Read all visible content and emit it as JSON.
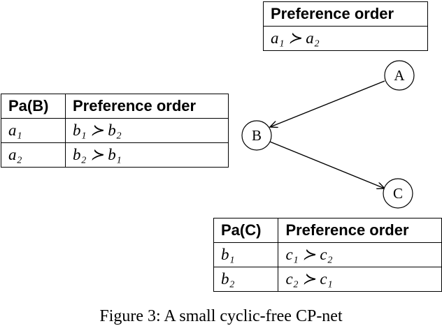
{
  "nodes": [
    {
      "id": "A",
      "label": "A"
    },
    {
      "id": "B",
      "label": "B"
    },
    {
      "id": "C",
      "label": "C"
    }
  ],
  "edges": [
    {
      "from": "A",
      "to": "B"
    },
    {
      "from": "B",
      "to": "C"
    }
  ],
  "table_a": {
    "header": "Preference order",
    "rows": [
      {
        "order": "a₁ ≻ a₂"
      }
    ]
  },
  "table_b": {
    "headers": [
      "Pa(B)",
      "Preference order"
    ],
    "rows": [
      {
        "parent": "a₁",
        "order": "b₁ ≻ b₂"
      },
      {
        "parent": "a₂",
        "order": "b₂ ≻ b₁"
      }
    ]
  },
  "table_c": {
    "headers": [
      "Pa(C)",
      "Preference order"
    ],
    "rows": [
      {
        "parent": "b₁",
        "order": "c₁ ≻ c₂"
      },
      {
        "parent": "b₂",
        "order": "c₂ ≻ c₁"
      }
    ]
  },
  "caption": "Figure 3: A small cyclic-free CP-net"
}
